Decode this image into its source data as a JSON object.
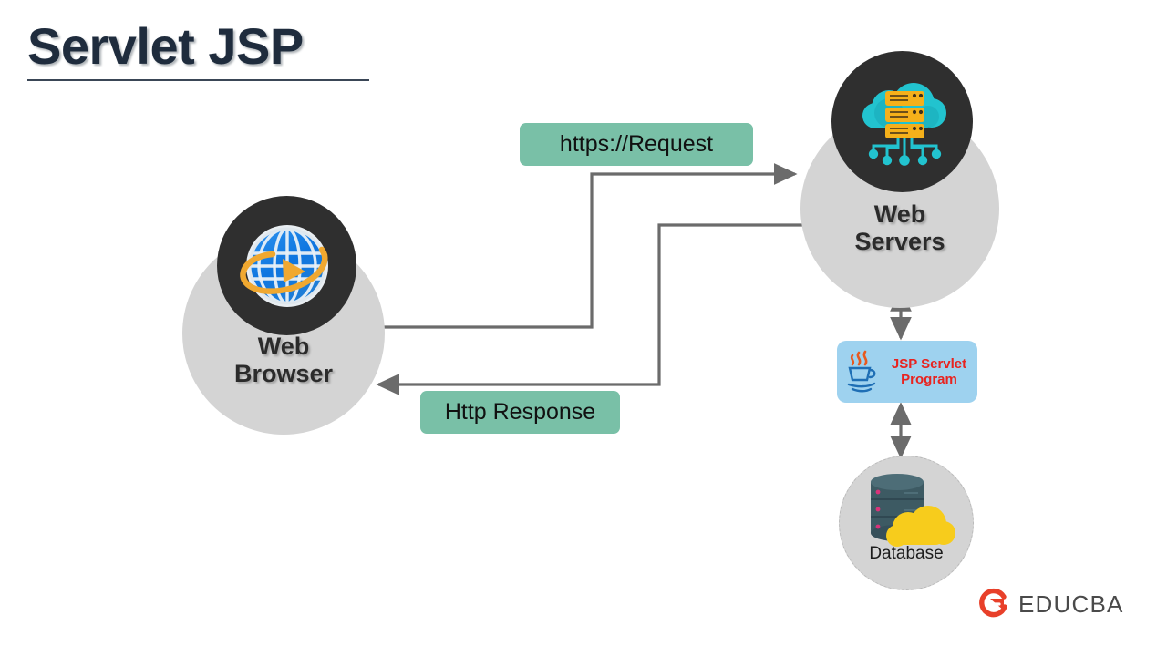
{
  "page": {
    "title": "Servlet JSP",
    "background": "#ffffff"
  },
  "colors": {
    "title_text": "#1f2c3d",
    "node_circle": "#d4d4d4",
    "icon_badge": "#2f2f2f",
    "chip_green": "#79c0a7",
    "jsp_box": "#9ed2ef",
    "jsp_text": "#e8231f",
    "arrow": "#6b6b6b",
    "globe_blue": "#1a7fe0",
    "orbit_orange": "#f0a830",
    "cloud_teal": "#22c3cf",
    "server_yellow": "#f5b01a",
    "db_cylinder": "#3d5a63",
    "db_cloud": "#f7cc1c",
    "db_dot": "#d9337a",
    "java_blue": "#1f6fb5",
    "java_steam": "#e8591f",
    "educba_red": "#e8402a",
    "educba_text": "#4a4a4a"
  },
  "nodes": {
    "browser": {
      "label_line1": "Web",
      "label_line2": "Browser",
      "icon": "globe-icon"
    },
    "servers": {
      "label_line1": "Web",
      "label_line2": "Servers",
      "icon": "cloud-server-icon"
    },
    "database": {
      "label": "Database",
      "icon": "database-cloud-icon"
    },
    "jsp": {
      "label_line1": "JSP Servlet",
      "label_line2": "Program",
      "icon": "java-icon"
    }
  },
  "flows": {
    "request": {
      "label": "https://Request",
      "from": "Web Browser",
      "to": "Web Servers",
      "direction": "one-way"
    },
    "response": {
      "label": "Http Response",
      "from": "Web Servers",
      "to": "Web Browser",
      "direction": "one-way"
    },
    "servers_jsp": {
      "direction": "two-way"
    },
    "jsp_database": {
      "direction": "two-way"
    }
  },
  "branding": {
    "name": "EDUCBA",
    "logo": "educba-logo-icon"
  }
}
